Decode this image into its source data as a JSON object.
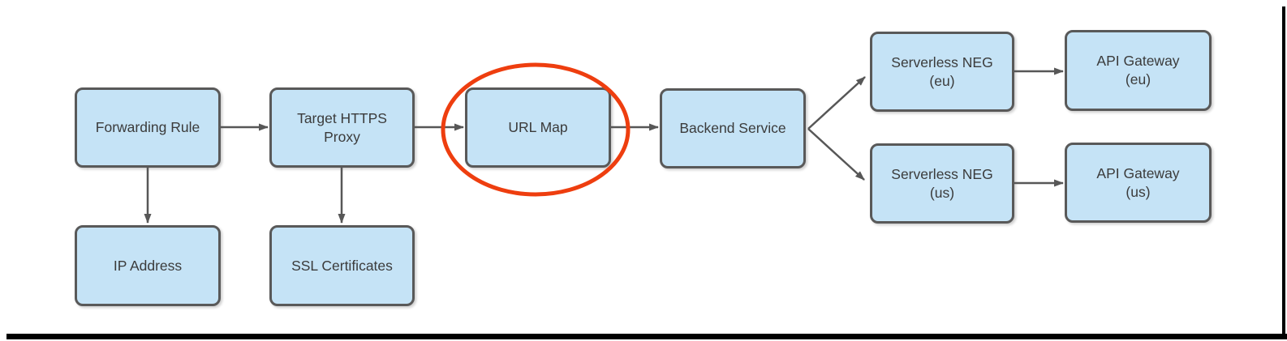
{
  "diagram": {
    "nodes": {
      "forwarding_rule": {
        "label": "Forwarding Rule"
      },
      "target_https_proxy": {
        "label": "Target HTTPS\nProxy"
      },
      "url_map": {
        "label": "URL Map"
      },
      "backend_service": {
        "label": "Backend Service"
      },
      "serverless_neg_eu": {
        "label": "Serverless NEG\n(eu)"
      },
      "api_gateway_eu": {
        "label": "API Gateway\n(eu)"
      },
      "serverless_neg_us": {
        "label": "Serverless NEG\n(us)"
      },
      "api_gateway_us": {
        "label": "API Gateway\n(us)"
      },
      "ip_address": {
        "label": "IP Address"
      },
      "ssl_certificates": {
        "label": "SSL Certificates"
      }
    },
    "edges": [
      {
        "from": "forwarding_rule",
        "to": "target_https_proxy"
      },
      {
        "from": "target_https_proxy",
        "to": "url_map"
      },
      {
        "from": "url_map",
        "to": "backend_service"
      },
      {
        "from": "forwarding_rule",
        "to": "ip_address"
      },
      {
        "from": "target_https_proxy",
        "to": "ssl_certificates"
      },
      {
        "from": "backend_service",
        "to": "serverless_neg_eu"
      },
      {
        "from": "backend_service",
        "to": "serverless_neg_us"
      },
      {
        "from": "serverless_neg_eu",
        "to": "api_gateway_eu"
      },
      {
        "from": "serverless_neg_us",
        "to": "api_gateway_us"
      }
    ],
    "annotation": {
      "shape": "ellipse",
      "highlights": "url_map",
      "color": "#ee3e0f"
    },
    "colors": {
      "node_fill": "#c5e3f6",
      "node_border": "#595959",
      "node_text": "#3b3b3b",
      "arrow": "#575757",
      "annotation": "#ee3e0f",
      "frame": "#000000",
      "background": "#ffffff"
    }
  }
}
